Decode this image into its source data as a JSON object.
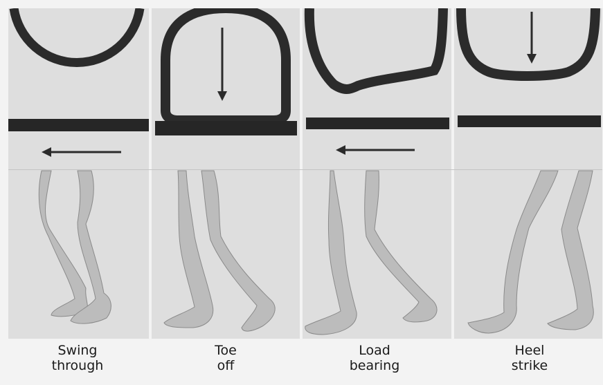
{
  "phases": [
    {
      "line1": "Swing",
      "line2": "through"
    },
    {
      "line1": "Toe",
      "line2": "off"
    },
    {
      "line1": "Load",
      "line2": "bearing"
    },
    {
      "line1": "Heel",
      "line2": "strike"
    }
  ]
}
